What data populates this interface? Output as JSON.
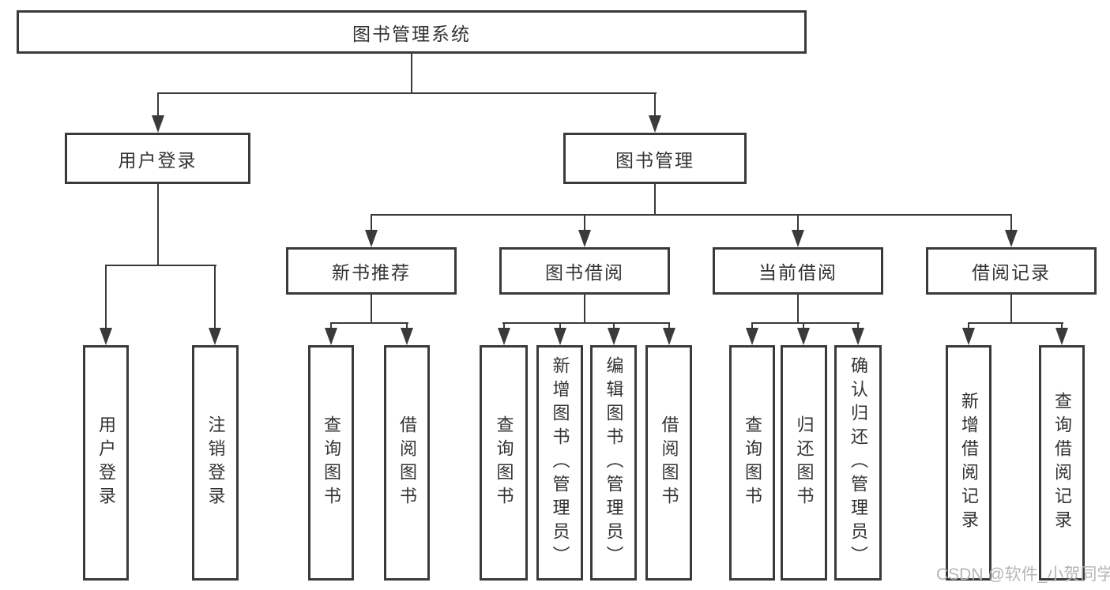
{
  "diagram": {
    "root": "图书管理系统",
    "level2": [
      "用户登录",
      "图书管理"
    ],
    "level3": [
      "新书推荐",
      "图书借阅",
      "当前借阅",
      "借阅记录"
    ],
    "user_login_children": [
      "用户登录",
      "注销登录"
    ],
    "new_books_children": [
      "查询图书",
      "借阅图书"
    ],
    "book_borrow_children": [
      "查询图书",
      "新增图书（管理员）",
      "编辑图书（管理员）",
      "借阅图书"
    ],
    "current_borrow_children": [
      "查询图书",
      "归还图书",
      "确认归还（管理员）"
    ],
    "borrow_records_children": [
      "新增借阅记录",
      "查询借阅记录"
    ]
  },
  "watermark": "CSDN @软件_小贺同学",
  "colors": {
    "line": "#3a3a3a",
    "text": "#333333",
    "watermark": "#b5b5b5",
    "background": "#ffffff"
  }
}
